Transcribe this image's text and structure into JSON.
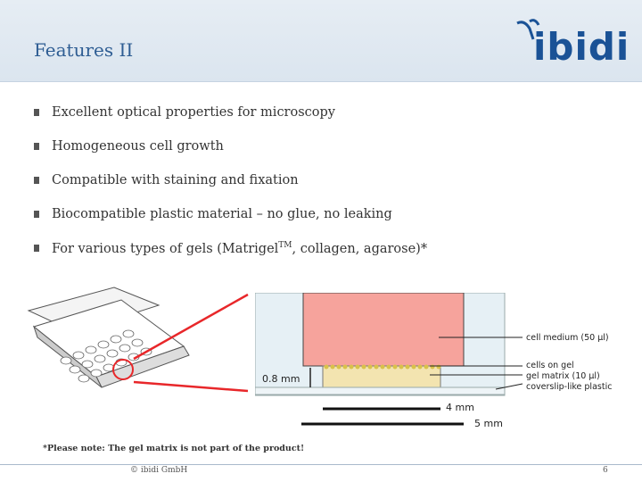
{
  "slide": {
    "title": "Features II",
    "logo_text": "ibidi",
    "bullets": [
      {
        "text": "Excellent optical properties for microscopy"
      },
      {
        "text": "Homogeneous cell growth"
      },
      {
        "text": "Compatible with staining and fixation"
      },
      {
        "text": "Biocompatible plastic material – no glue, no leaking"
      },
      {
        "text_before": "For various types of gels (Matrigel",
        "sup": "TM",
        "text_after": ", collagen, agarose)*"
      }
    ],
    "footnote": "*Please note: The gel matrix is not part of the product!",
    "footer_left": "© ibidi GmbH",
    "page_number": "6"
  },
  "diagram": {
    "labels": {
      "cell_medium": "cell medium (50 µl)",
      "cells_on_gel": "cells on gel",
      "gel_matrix": "gel matrix (10 µl)",
      "coverslip": "coverslip-like plastic",
      "height": "0.8 mm",
      "scale_4": "4 mm",
      "scale_5": "5 mm"
    },
    "colors": {
      "medium": "#f6a39c",
      "gel": "#f3e4b0",
      "cells": "#d9c24a",
      "well_bg": "#e6f0f5",
      "callout": "#e8272a",
      "brand": "#1a5296"
    }
  }
}
